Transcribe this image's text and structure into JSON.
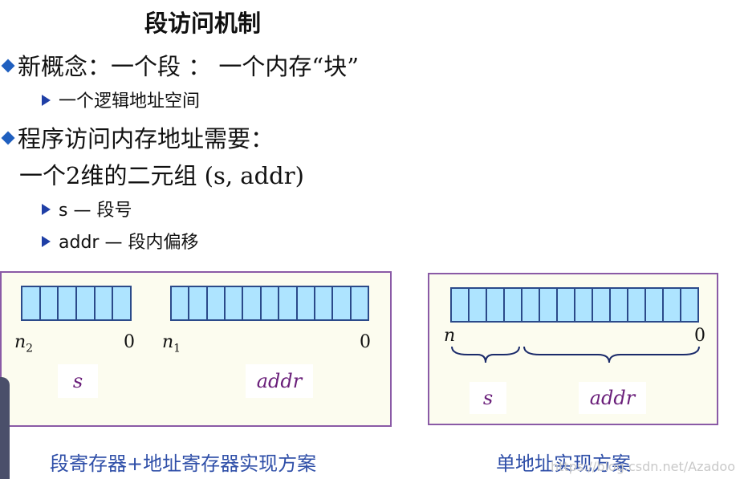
{
  "title": "段访问机制",
  "bullets": [
    {
      "text": "新概念：一个段 ： 一个内存“块”",
      "sub": [
        "一个逻辑地址空间"
      ]
    },
    {
      "text": "程序访问内存地址需要："
    }
  ],
  "tuple_line": "一个2维的二元组 (s, addr)",
  "tuple_sub": [
    "s — 段号",
    "addr — 段内偏移"
  ],
  "left_panel": {
    "reg1_high": "n",
    "reg1_high_sub": "2",
    "reg1_low": "0",
    "reg2_high": "n",
    "reg2_high_sub": "1",
    "reg2_low": "0",
    "tag_s": "s",
    "tag_addr": "addr",
    "caption": "段寄存器+地址寄存器实现方案"
  },
  "right_panel": {
    "high": "n",
    "low": "0",
    "tag_s": "s",
    "tag_addr": "addr",
    "caption": "单地址实现方案"
  },
  "watermark": "https://blog.csdn.net/Azadoo",
  "colors": {
    "cell_fill": "#aee4ff",
    "cell_border": "#2b4a8a",
    "panel_border": "#8a5aa6",
    "caption": "#2f4fa8",
    "diamond": "#1f5fbf"
  }
}
